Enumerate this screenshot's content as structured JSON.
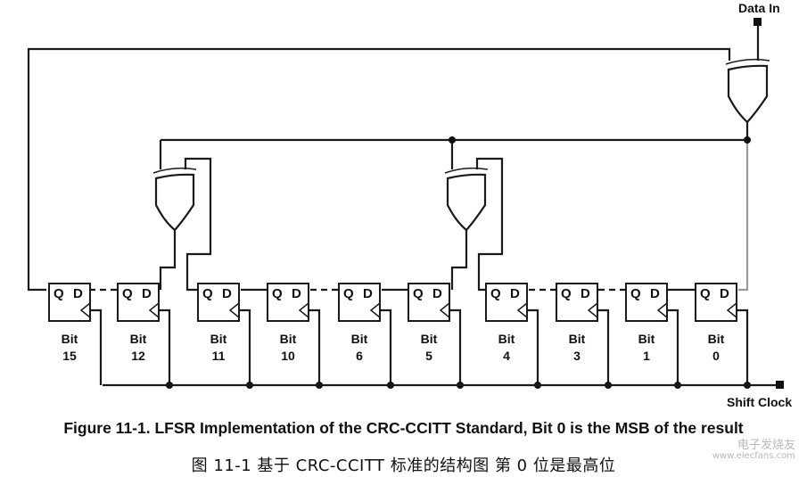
{
  "labels": {
    "data_in": "Data In",
    "shift_clock": "Shift Clock",
    "q": "Q",
    "d": "D"
  },
  "registers": [
    {
      "word": "Bit",
      "num": "15"
    },
    {
      "word": "Bit",
      "num": "12"
    },
    {
      "word": "Bit",
      "num": "11"
    },
    {
      "word": "Bit",
      "num": "10"
    },
    {
      "word": "Bit",
      "num": "6"
    },
    {
      "word": "Bit",
      "num": "5"
    },
    {
      "word": "Bit",
      "num": "4"
    },
    {
      "word": "Bit",
      "num": "3"
    },
    {
      "word": "Bit",
      "num": "1"
    },
    {
      "word": "Bit",
      "num": "0"
    }
  ],
  "caption_en": "Figure 11-1. LFSR Implementation of the CRC-CCITT Standard, Bit 0 is the MSB of the result",
  "caption_cn": "图 11-1 基于 CRC-CCITT 标准的结构图 第 0 位是最高位",
  "watermark": {
    "text": "电子发烧友",
    "url": "www.elecfans.com"
  }
}
